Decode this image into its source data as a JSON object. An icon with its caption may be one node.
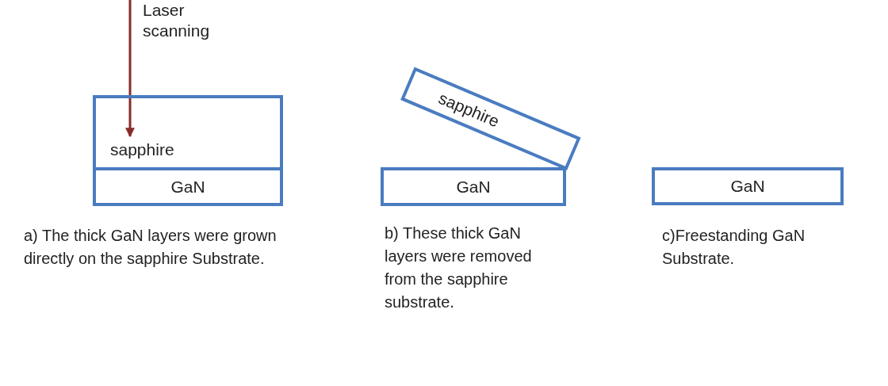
{
  "diagram": {
    "nodes": [
      {
        "text": [
          "Laser scanning"
        ]
      },
      {
        "text": [
          "sapphire"
        ]
      },
      {
        "text": [
          "GaN"
        ],
        "beside": [
          "a) The thick GaN layers were grown directly on the sapphire Substrate."
        ]
      },
      {
        "text": [
          "sapphire"
        ]
      },
      {
        "text": [
          "GaN"
        ],
        "beside": [
          "b) These thick GaN layers were removed from the sapphire substrate."
        ]
      },
      {
        "text": [
          "GaN"
        ],
        "beside": [
          "c)Freestanding GaN Substrate."
        ]
      }
    ],
    "edges": [
      {
        "from": 0,
        "to": 1,
        "arrow": "to",
        "color": "#8b2a2a"
      }
    ]
  }
}
